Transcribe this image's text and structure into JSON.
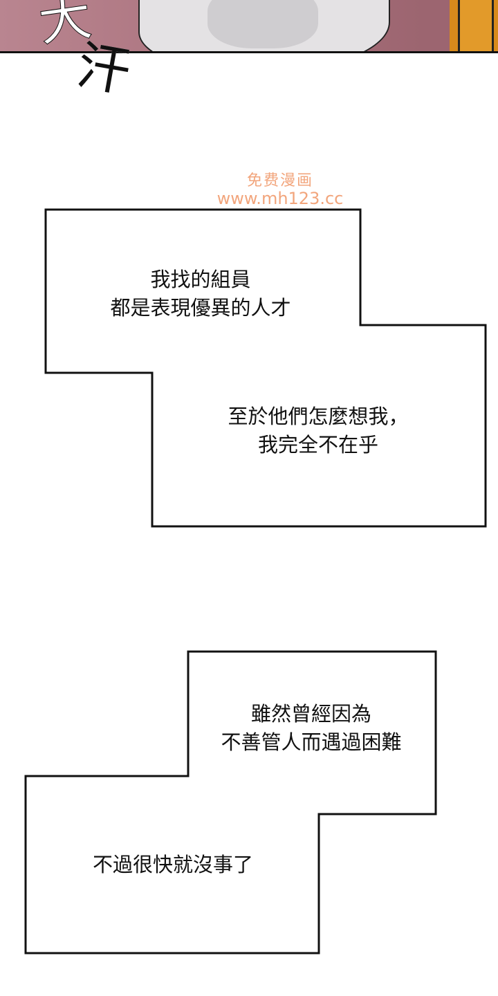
{
  "top_panel": {
    "sfx_char_1": "大",
    "sfx_char_2": "汗"
  },
  "watermark": {
    "line_1": "免费漫画",
    "line_2": "www.mh123.cc"
  },
  "bubble_1": {
    "line_1": "我找的組員",
    "line_2": "都是表現優異的人才"
  },
  "bubble_2": {
    "line_1": "至於他們怎麼想我，",
    "line_2": "我完全不在乎"
  },
  "bubble_3": {
    "line_1": "雖然曾經因為",
    "line_2": "不善管人而遇過困難"
  },
  "bubble_4": {
    "line_1": "不過很快就沒事了"
  },
  "colors": {
    "panel_wall": "#b47a82",
    "door_orange": "#d88a1c",
    "watermark": "#f2a57c",
    "ink": "#111111"
  }
}
